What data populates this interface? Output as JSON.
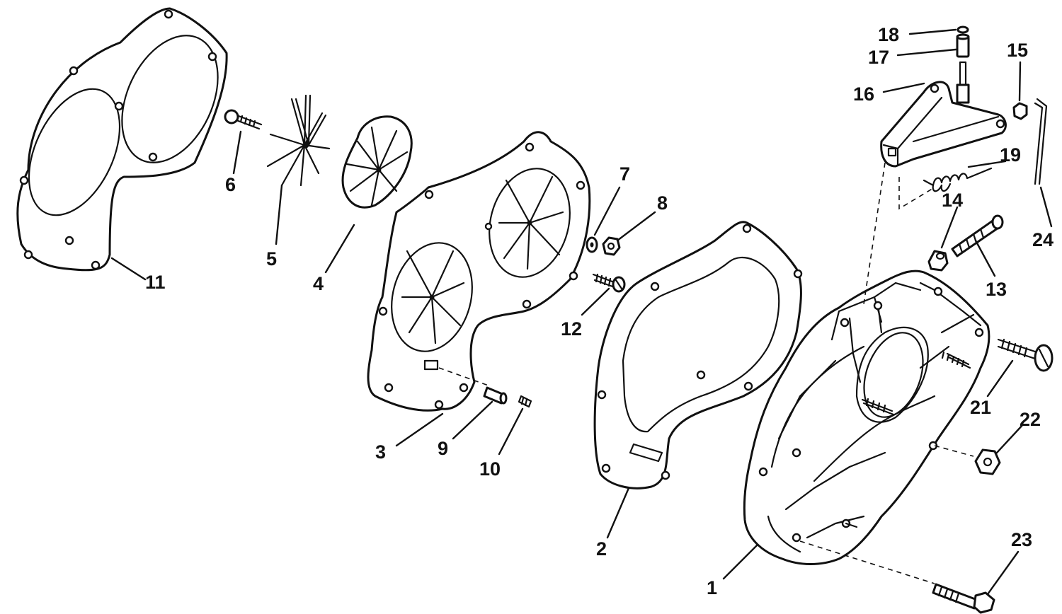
{
  "callouts": [
    {
      "id": "c1",
      "text": "1"
    },
    {
      "id": "c2",
      "text": "2"
    },
    {
      "id": "c3",
      "text": "3"
    },
    {
      "id": "c4",
      "text": "4"
    },
    {
      "id": "c5",
      "text": "5"
    },
    {
      "id": "c6",
      "text": "6"
    },
    {
      "id": "c7",
      "text": "7"
    },
    {
      "id": "c8",
      "text": "8"
    },
    {
      "id": "c9",
      "text": "9"
    },
    {
      "id": "c10",
      "text": "10"
    },
    {
      "id": "c11",
      "text": "11"
    },
    {
      "id": "c12",
      "text": "12"
    },
    {
      "id": "c13",
      "text": "13"
    },
    {
      "id": "c14",
      "text": "14"
    },
    {
      "id": "c15",
      "text": "15"
    },
    {
      "id": "c16",
      "text": "16"
    },
    {
      "id": "c17",
      "text": "17"
    },
    {
      "id": "c18",
      "text": "18"
    },
    {
      "id": "c19",
      "text": "19"
    },
    {
      "id": "c21",
      "text": "21"
    },
    {
      "id": "c22",
      "text": "22"
    },
    {
      "id": "c23",
      "text": "23"
    },
    {
      "id": "c24",
      "text": "24"
    }
  ],
  "colors": {
    "line": "#111111",
    "background": "#ffffff"
  }
}
